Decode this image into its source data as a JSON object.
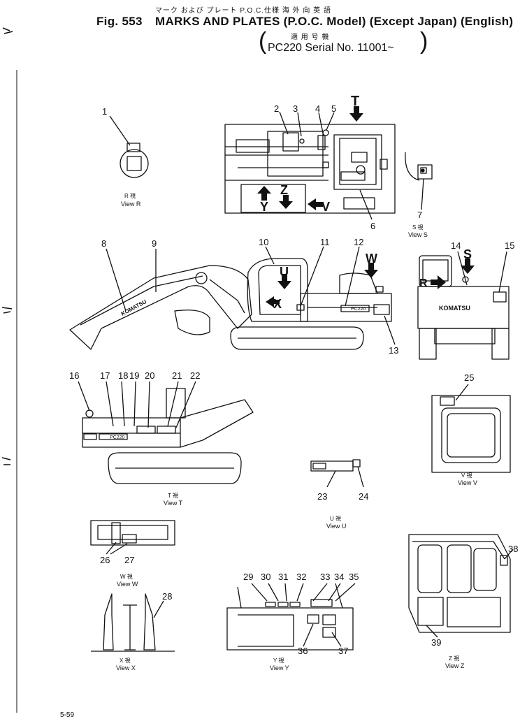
{
  "header": {
    "jp_line": "マーク  および  プレート      P.O.C.仕様        海  外  向      英  語",
    "fig_label": "Fig. 553",
    "title": "MARKS AND PLATES (P.O.C. Model) (Except Japan) (English)",
    "applic_jp": "適 用 号 機",
    "serial": "PC220 Serial No. 11001~"
  },
  "callouts": [
    "1",
    "2",
    "3",
    "4",
    "5",
    "6",
    "7",
    "8",
    "9",
    "10",
    "11",
    "12",
    "13",
    "14",
    "15",
    "16",
    "17",
    "18",
    "19",
    "20",
    "21",
    "22",
    "23",
    "24",
    "25",
    "26",
    "27",
    "28",
    "29",
    "30",
    "31",
    "32",
    "33",
    "34",
    "35",
    "36",
    "37",
    "38",
    "39"
  ],
  "views": {
    "R": {
      "jp": "R  視",
      "label": "View R"
    },
    "S": {
      "jp": "S  視",
      "label": "View S"
    },
    "T": {
      "jp": "T  視",
      "label": "View T"
    },
    "U": {
      "jp": "U  視",
      "label": "View U"
    },
    "V": {
      "jp": "V  視",
      "label": "View V"
    },
    "W": {
      "jp": "W  視",
      "label": "View W"
    },
    "X": {
      "jp": "X  視",
      "label": "View X"
    },
    "Y": {
      "jp": "Y  視",
      "label": "View Y"
    },
    "Z": {
      "jp": "Z  視",
      "label": "View Z"
    }
  },
  "arrow_letters": {
    "T": "T",
    "U": "U",
    "V": "V",
    "W": "W",
    "X": "X",
    "Y": "Y",
    "Z": "Z",
    "S": "S",
    "R": "R"
  },
  "decal_text": {
    "komatsu": "KOMATSU",
    "model": "PC220"
  },
  "page_number": "5-59"
}
